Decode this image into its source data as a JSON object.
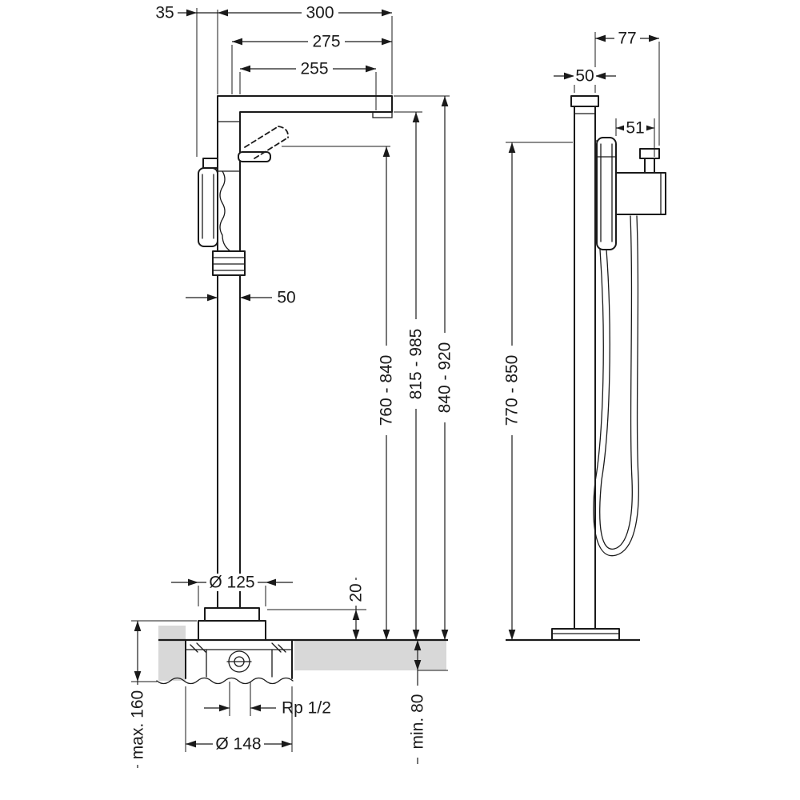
{
  "drawing": {
    "title": "freestanding-bath-mixer-dimensional-drawing",
    "front": {
      "top_offset": "35",
      "spout_reach_total": "300",
      "spout_reach": "275",
      "spout_reach_inner": "255",
      "column_width": "50",
      "height_handle": "760 - 840",
      "height_spout": "815 - 985",
      "height_total": "840 - 920",
      "base_diameter": "Ø 125",
      "base_height": "20",
      "connection": "Rp 1/2",
      "install_diameter": "Ø 148",
      "floor_min": "min. 80",
      "floor_max": "max. 160"
    },
    "side": {
      "depth_total": "77",
      "column_depth": "50",
      "shower_offset": "51",
      "height_range": "770 - 850"
    },
    "colors": {
      "line": "#1a1a1a",
      "floor_gray": "#d8d8d8"
    }
  }
}
